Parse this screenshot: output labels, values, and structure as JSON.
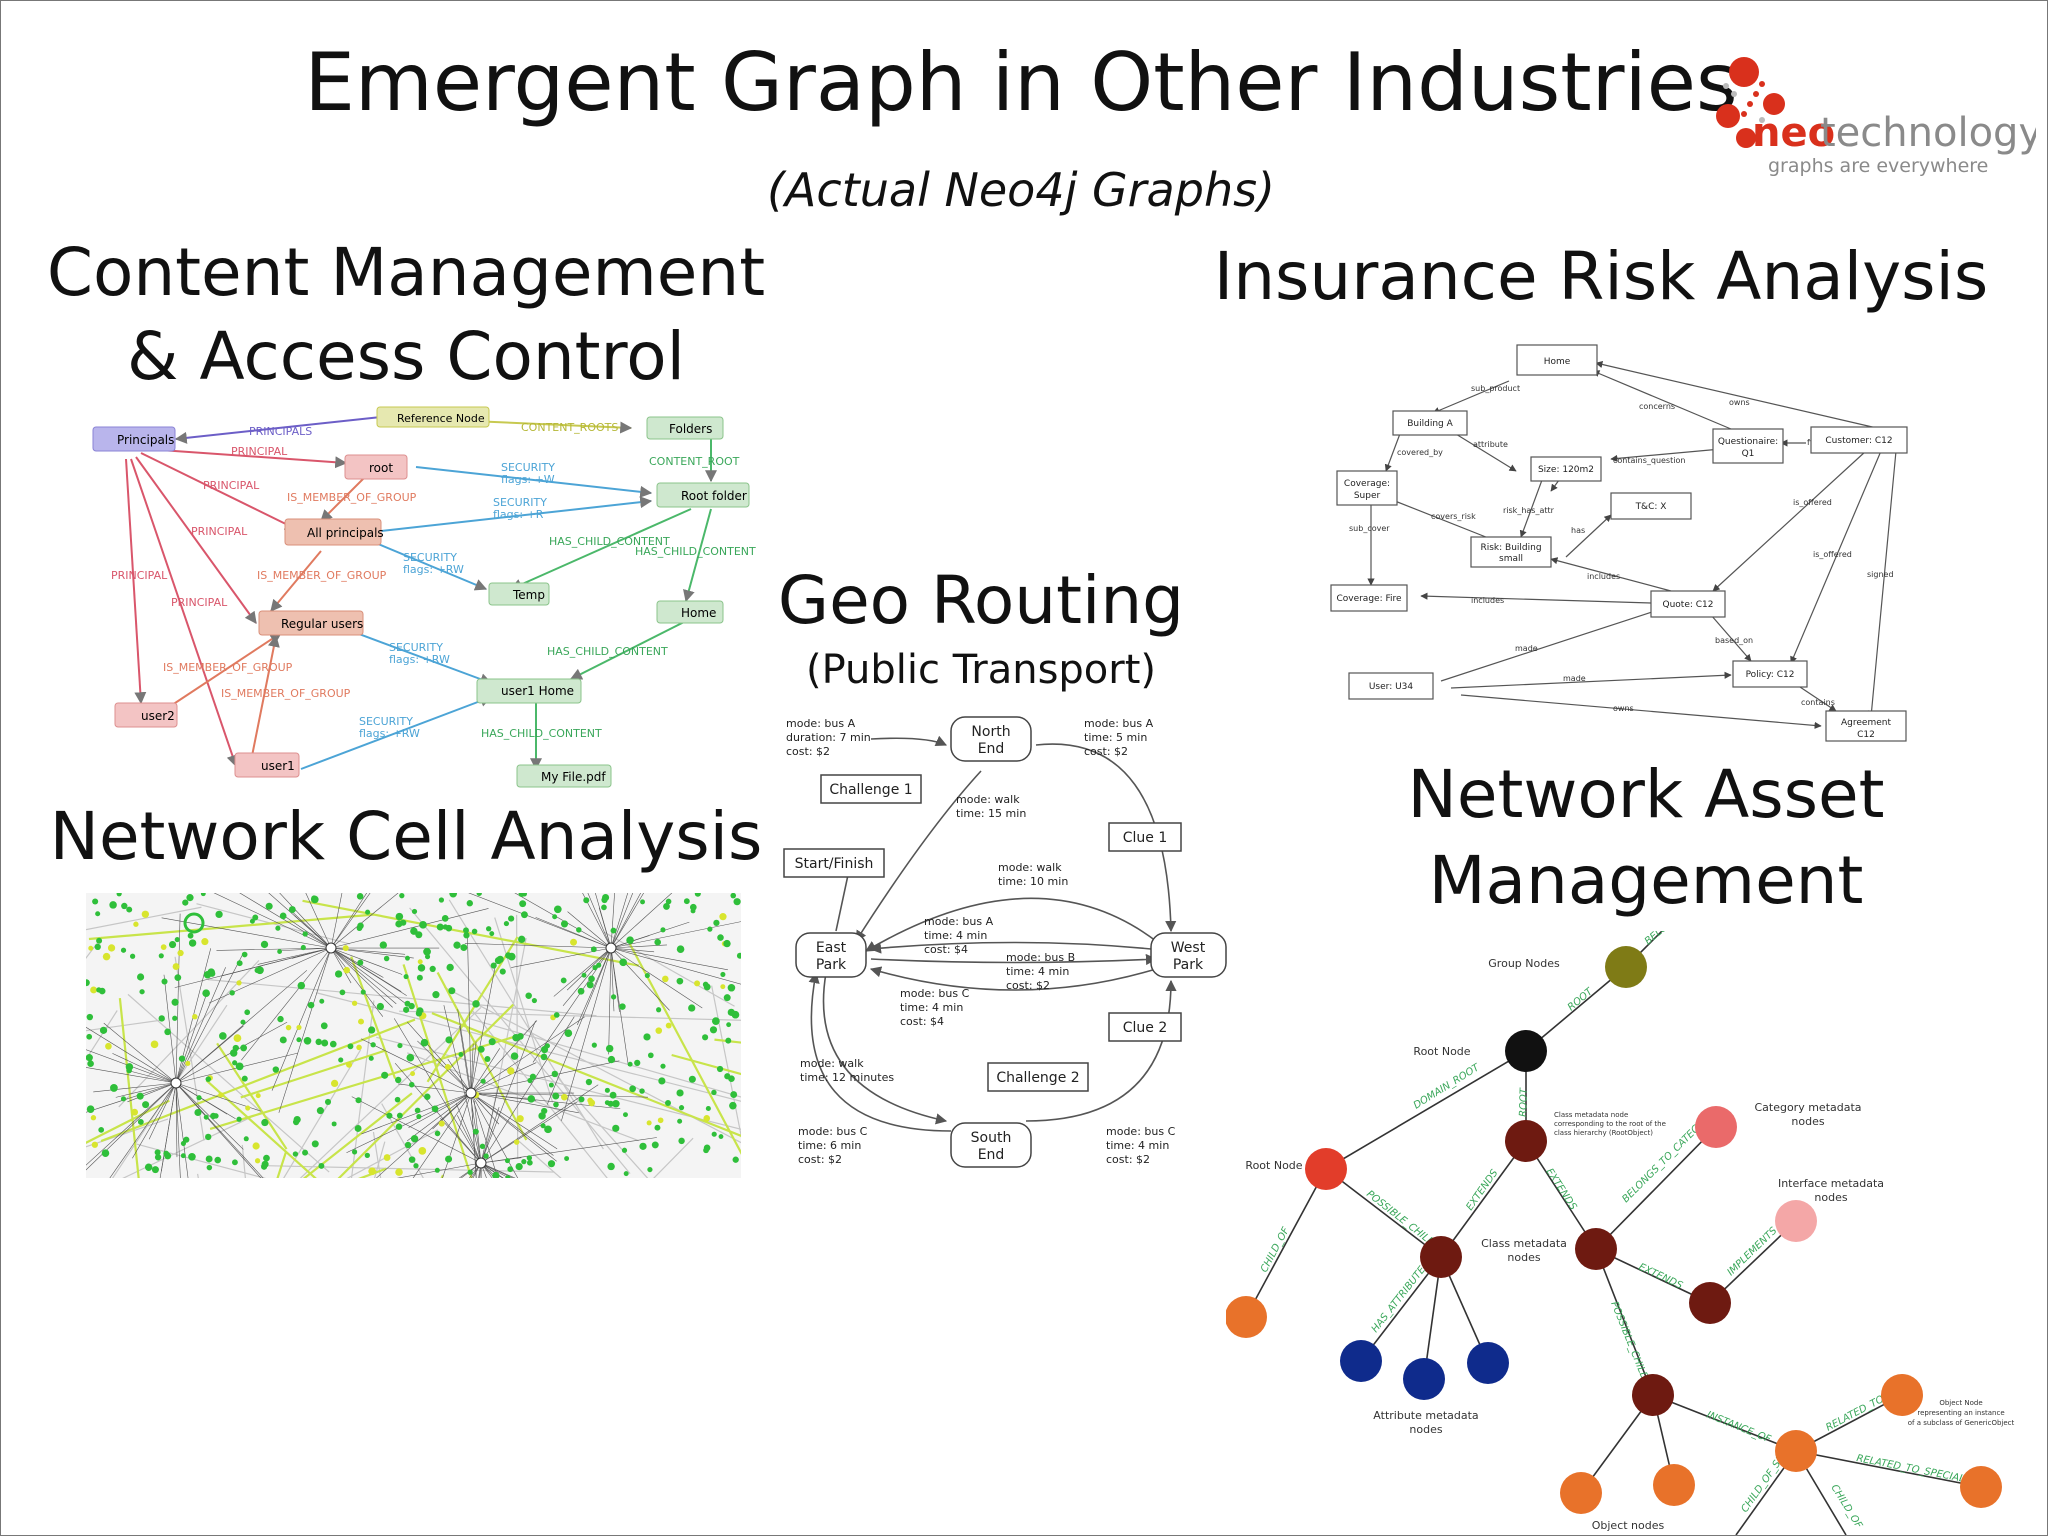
{
  "title": "Emergent Graph in Other Industries",
  "subtitle": "(Actual Neo4j Graphs)",
  "logo": {
    "brand_prefix": "neo",
    "brand_suffix": "technology",
    "tagline": "graphs are everywhere",
    "colors": {
      "red": "#d9301c",
      "gray": "#8a8a8a"
    }
  },
  "sections": {
    "cm": {
      "line1": "Content Management",
      "line2": "& Access Control"
    },
    "cell": {
      "title": "Network Cell Analysis"
    },
    "geo": {
      "title": "Geo Routing",
      "sub": "(Public Transport)"
    },
    "ins": {
      "title": "Insurance Risk Analysis"
    },
    "nam": {
      "line1": "Network Asset",
      "line2": "Management"
    }
  },
  "cm_graph": {
    "nodes": {
      "principals": "Principals",
      "reference": "Reference Node",
      "folders": "Folders",
      "root": "root",
      "root_folder": "Root folder",
      "all_principals": "All principals",
      "temp": "Temp",
      "home": "Home",
      "regular_users": "Regular users",
      "user1_home": "user1 Home",
      "user2": "user2",
      "user1": "user1",
      "myfile": "My File.pdf"
    },
    "edges": {
      "principals": "PRINCIPALS",
      "principal": "PRINCIPAL",
      "content_roots": "CONTENT_ROOTS",
      "content_root": "CONTENT_ROOT",
      "is_member": "IS_MEMBER_OF_GROUP",
      "security": "SECURITY",
      "flags_w": "flags: +W",
      "flags_r": "flags: +R",
      "flags_rw": "flags: +RW",
      "has_child": "HAS_CHILD_CONTENT"
    }
  },
  "geo_graph": {
    "nodes": {
      "north": [
        "North",
        "End"
      ],
      "east": [
        "East",
        "Park"
      ],
      "west": [
        "West",
        "Park"
      ],
      "south": [
        "South",
        "End"
      ],
      "challenge1": "Challenge 1",
      "start": "Start/Finish",
      "clue1": "Clue 1",
      "clue2": "Clue 2",
      "challenge2": "Challenge 2"
    },
    "edges": {
      "e1": [
        "mode: bus A",
        "duration: 7 min",
        "cost: $2"
      ],
      "e2": [
        "mode: bus A",
        "time: 5 min",
        "cost: $2"
      ],
      "e3": [
        "mode: walk",
        "time: 15 min"
      ],
      "e4": [
        "mode: walk",
        "time: 10 min"
      ],
      "e5": [
        "mode: bus A",
        "time: 4 min",
        "cost: $4"
      ],
      "e6": [
        "mode: bus B",
        "time: 4 min",
        "cost: $2"
      ],
      "e7": [
        "mode: bus C",
        "time: 4 min",
        "cost: $4"
      ],
      "e8": [
        "mode: walk",
        "time: 12 minutes"
      ],
      "e9": [
        "mode: bus C",
        "time: 6 min",
        "cost: $2"
      ],
      "e10": [
        "mode: bus C",
        "time: 4 min",
        "cost: $2"
      ]
    }
  },
  "ins_graph": {
    "nodes": {
      "home": "Home",
      "building": "Building A",
      "coverage_super": [
        "Coverage:",
        "Super"
      ],
      "size": "Size: 120m2",
      "questionnaire": [
        "Questionaire:",
        "Q1"
      ],
      "customer": "Customer: C12",
      "tc": "T&C: X",
      "risk": [
        "Risk: Building",
        "small"
      ],
      "coverage_fire": "Coverage: Fire",
      "quote": "Quote: C12",
      "user": "User: U34",
      "policy": "Policy: C12",
      "agreement": [
        "Agreement",
        "C12"
      ]
    },
    "edges": {
      "sub_product": "sub_product",
      "owns": "owns",
      "concerns": "concerns",
      "covered_by": "covered_by",
      "attribute": "attribute",
      "contains_question": "contains_question",
      "fills_in": "fills_in",
      "covers_risk": "covers_risk",
      "risk_has_attr": "risk_has_attr",
      "has": "has",
      "sub_cover": "sub_cover",
      "is_offered": "is_offered",
      "includes": "includes",
      "signed": "signed",
      "made": "made",
      "based_on": "based_on",
      "contains": "contains"
    }
  },
  "nam_graph": {
    "labels": {
      "group": "Group Nodes",
      "root": "Root Node",
      "root2": "Root Node",
      "category": [
        "Category metadata",
        "nodes"
      ],
      "interface": [
        "Interface metadata",
        "nodes"
      ],
      "class": [
        "Class metadata",
        "nodes"
      ],
      "attribute": [
        "Attribute metadata",
        "nodes"
      ],
      "object": "Object nodes",
      "class_note": [
        "Class metadata node",
        "corresponding to the root of the",
        "class hierarchy (RootObject)"
      ],
      "object_note": [
        "Object Node",
        "representing an instance",
        "of a subclass of GenericObject"
      ]
    },
    "edges": {
      "root": "ROOT",
      "domain_root": "DOMAIN_ROOT",
      "extends": "EXTENDS",
      "possible_child": "POSSIBLE_CHILD",
      "child_of": "CHILD_OF",
      "has_attribute": "HAS_ATTRIBUTE",
      "belongs_to_category": "BELONGS_TO_CATEGORY",
      "implements": "IMPLEMENTS",
      "instance_of": "INSTANCE_OF",
      "related_to": "RELATED_TO",
      "related_to_special": "RELATED_TO_SPECIAL",
      "child_of_special": "CHILD_OF_SPECIAL",
      "belongs": "BELO..."
    },
    "colors": {
      "olive": "#7f7b16",
      "black": "#111111",
      "red": "#e23d2a",
      "maroon": "#6e1a11",
      "orange": "#e8722a",
      "blue": "#0f2b8c",
      "pink": "#ea6a6a",
      "light_pink": "#f4a7a7"
    }
  }
}
